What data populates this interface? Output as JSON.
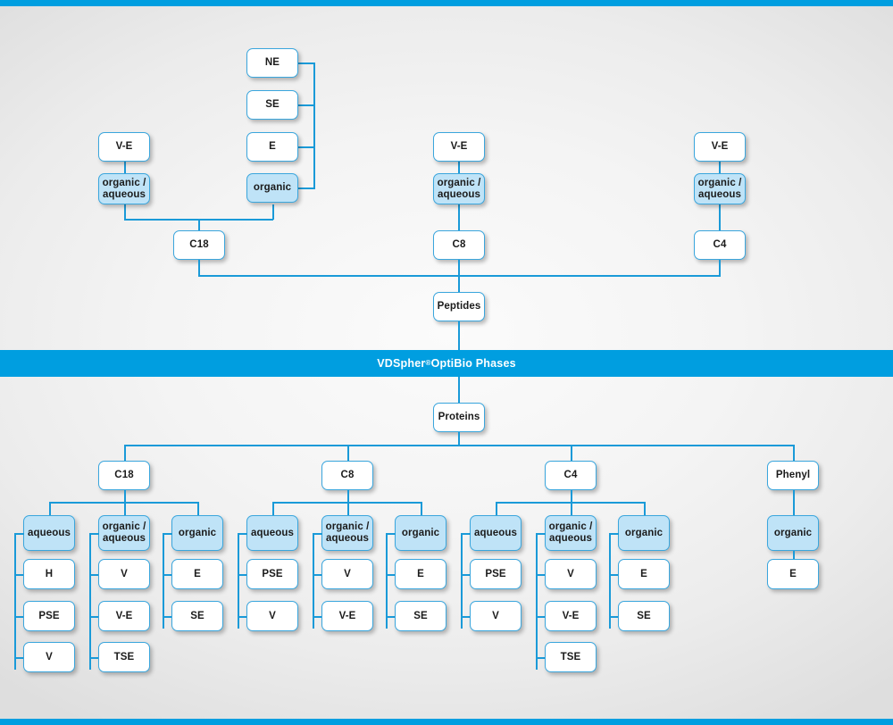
{
  "banner": {
    "text_before": "VDSpher",
    "registered": "®",
    "text_after": " OptiBio Phases",
    "background": "#009ee0",
    "color": "#ffffff"
  },
  "colors": {
    "brand_blue": "#009ee0",
    "line_blue": "#1a9ad8",
    "node_border": "#3aa6dd",
    "node_fill_highlight": "#bfe3f7",
    "node_fill_default": "#ffffff",
    "text": "#1b1b1b"
  },
  "peptides_section": {
    "root": "Peptides",
    "columns": [
      {
        "phase": "C18",
        "modes": [
          {
            "label": "organic /\naqueous",
            "highlight": true,
            "children": [
              "V-E"
            ]
          },
          {
            "label": "organic",
            "highlight": true,
            "children": [
              "NE",
              "SE",
              "E"
            ]
          }
        ]
      },
      {
        "phase": "C8",
        "modes": [
          {
            "label": "organic /\naqueous",
            "highlight": true,
            "children": [
              "V-E"
            ]
          }
        ]
      },
      {
        "phase": "C4",
        "modes": [
          {
            "label": "organic /\naqueous",
            "highlight": true,
            "children": [
              "V-E"
            ]
          }
        ]
      }
    ]
  },
  "proteins_section": {
    "root": "Proteins",
    "columns": [
      {
        "phase": "C18",
        "groups": [
          {
            "label": "aqueous",
            "highlight": true,
            "children": [
              "H",
              "PSE",
              "V"
            ]
          },
          {
            "label": "organic /\naqueous",
            "highlight": true,
            "children": [
              "V",
              "V-E",
              "TSE"
            ]
          },
          {
            "label": "organic",
            "highlight": true,
            "children": [
              "E",
              "SE"
            ]
          }
        ]
      },
      {
        "phase": "C8",
        "groups": [
          {
            "label": "aqueous",
            "highlight": true,
            "children": [
              "PSE",
              "V"
            ]
          },
          {
            "label": "organic /\naqueous",
            "highlight": true,
            "children": [
              "V",
              "V-E"
            ]
          },
          {
            "label": "organic",
            "highlight": true,
            "children": [
              "E",
              "SE"
            ]
          }
        ]
      },
      {
        "phase": "C4",
        "groups": [
          {
            "label": "aqueous",
            "highlight": true,
            "children": [
              "PSE",
              "V"
            ]
          },
          {
            "label": "organic /\naqueous",
            "highlight": true,
            "children": [
              "V",
              "V-E",
              "TSE"
            ]
          },
          {
            "label": "organic",
            "highlight": true,
            "children": [
              "E",
              "SE"
            ]
          }
        ]
      },
      {
        "phase": "Phenyl",
        "groups": [
          {
            "label": "organic",
            "highlight": true,
            "children": [
              "E"
            ]
          }
        ]
      }
    ]
  },
  "nodes": {
    "top_c18_ve": "V-E",
    "top_c18_oa": "organic /\naqueous",
    "top_c18_ne": "NE",
    "top_c18_se": "SE",
    "top_c18_e": "E",
    "top_c18_organic": "organic",
    "top_c18": "C18",
    "top_c8_ve": "V-E",
    "top_c8_oa": "organic /\naqueous",
    "top_c8": "C8",
    "top_c4_ve": "V-E",
    "top_c4_oa": "organic /\naqueous",
    "top_c4": "C4",
    "peptides": "Peptides",
    "proteins": "Proteins",
    "b_c18": "C18",
    "b_c18_aq": "aqueous",
    "b_c18_aq_1": "H",
    "b_c18_aq_2": "PSE",
    "b_c18_aq_3": "V",
    "b_c18_oa": "organic /\naqueous",
    "b_c18_oa_1": "V",
    "b_c18_oa_2": "V-E",
    "b_c18_oa_3": "TSE",
    "b_c18_or": "organic",
    "b_c18_or_1": "E",
    "b_c18_or_2": "SE",
    "b_c8": "C8",
    "b_c8_aq": "aqueous",
    "b_c8_aq_1": "PSE",
    "b_c8_aq_2": "V",
    "b_c8_oa": "organic /\naqueous",
    "b_c8_oa_1": "V",
    "b_c8_oa_2": "V-E",
    "b_c8_or": "organic",
    "b_c8_or_1": "E",
    "b_c8_or_2": "SE",
    "b_c4": "C4",
    "b_c4_aq": "aqueous",
    "b_c4_aq_1": "PSE",
    "b_c4_aq_2": "V",
    "b_c4_oa": "organic /\naqueous",
    "b_c4_oa_1": "V",
    "b_c4_oa_2": "V-E",
    "b_c4_oa_3": "TSE",
    "b_c4_or": "organic",
    "b_c4_or_1": "E",
    "b_c4_or_2": "SE",
    "b_ph": "Phenyl",
    "b_ph_or": "organic",
    "b_ph_or_1": "E"
  }
}
